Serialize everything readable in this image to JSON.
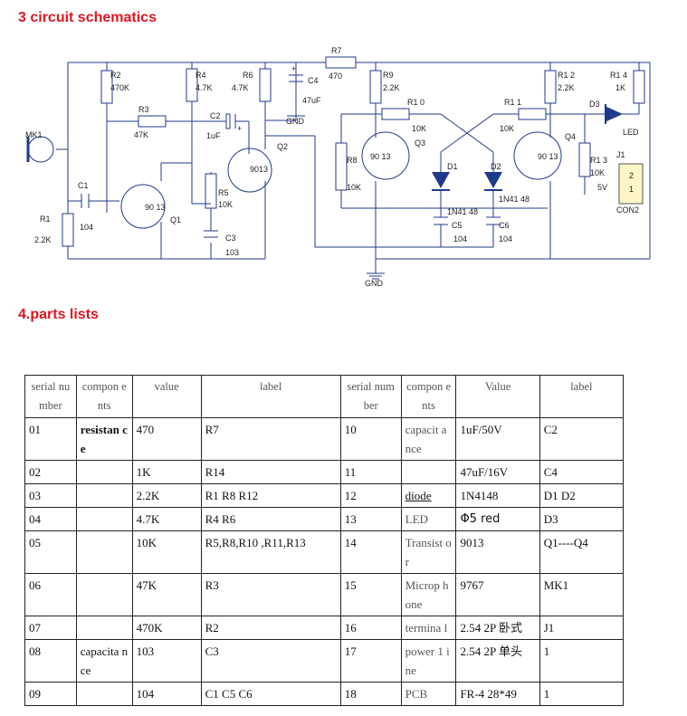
{
  "headings": {
    "schematics": "3 circuit schematics",
    "parts": "4.parts lists"
  },
  "schematic": {
    "labels": {
      "mk1": "MK1",
      "r1": "R1",
      "r1v": "2.2K",
      "c1": "C1",
      "c1v": "104",
      "r2": "R2",
      "r2v": "470K",
      "r3": "R3",
      "r3v": "47K",
      "q1": "Q1",
      "q1t": "90 13",
      "r4": "R4",
      "r4v": "4.7K",
      "r6": "R6",
      "r6v": "4.7K",
      "c2": "C2",
      "c2v": "1uF",
      "q2": "Q2",
      "q2t": "9013",
      "r5": "R5",
      "r5v": "10K",
      "c3": "C3",
      "c3v": "103",
      "r7": "R7",
      "r7v": "470",
      "c4": "C4",
      "c4v": "47uF",
      "gnd": "GND",
      "r9": "R9",
      "r9v": "2.2K",
      "r10": "R1 0",
      "r10v": "10K",
      "r11": "R1 1",
      "r11v": "10K",
      "r12": "R1 2",
      "r12v": "2.2K",
      "r14": "R1 4",
      "r14v": "1K",
      "r8": "R8",
      "r8v": "10K",
      "q3": "Q3",
      "q3t": "90 13",
      "q4": "Q4",
      "q4t": "90 13",
      "d1": "D1",
      "d2": "D2",
      "d1v": "1N41 48",
      "d2v": "1N41 48",
      "c5": "C5",
      "c5v": "104",
      "c6": "C6",
      "c6v": "104",
      "d3": "D3",
      "led": "LED",
      "r13": "R1 3",
      "r13v": "10K",
      "v5": "5V",
      "j1": "J1",
      "pin2": "2",
      "pin1": "1",
      "con2": "CON2",
      "plus": "+"
    }
  },
  "parts_table": {
    "headers": [
      "serial number",
      "compon ents",
      "value",
      "label",
      "serial number",
      "compon ents",
      "Value",
      "label"
    ],
    "rows": [
      [
        "01",
        "resistan ce",
        "470",
        "R7",
        "10",
        "capacit ance",
        "1uF/50V",
        "C2"
      ],
      [
        "02",
        "",
        "1K",
        "R14",
        "11",
        "",
        "47uF/16V",
        "C4"
      ],
      [
        "03",
        "",
        "2.2K",
        "R1   R8   R12",
        "12",
        "diode",
        "1N4148",
        "D1   D2"
      ],
      [
        "04",
        "",
        "4.7K",
        "R4   R6",
        "13",
        "LED",
        "Φ5   red",
        "D3"
      ],
      [
        "05",
        "",
        "10K",
        "R5,R8,R10 ,R11,R13",
        "14",
        "Transist or",
        "9013",
        "Q1----Q4"
      ],
      [
        "06",
        "",
        "47K",
        "R3",
        "15",
        "Microp hone",
        "9767",
        "MK1"
      ],
      [
        "07",
        "",
        "470K",
        "R2",
        "16",
        "termina l",
        "2.54  2P 卧式",
        "J1"
      ],
      [
        "08",
        "capacita nce",
        "103",
        "C3",
        "17",
        "power 1 ine",
        "2.54  2P 单头",
        "1"
      ],
      [
        "09",
        "",
        "104",
        "C1   C5   C6",
        "18",
        "PCB",
        "FR-4 28*49",
        "1"
      ]
    ]
  }
}
